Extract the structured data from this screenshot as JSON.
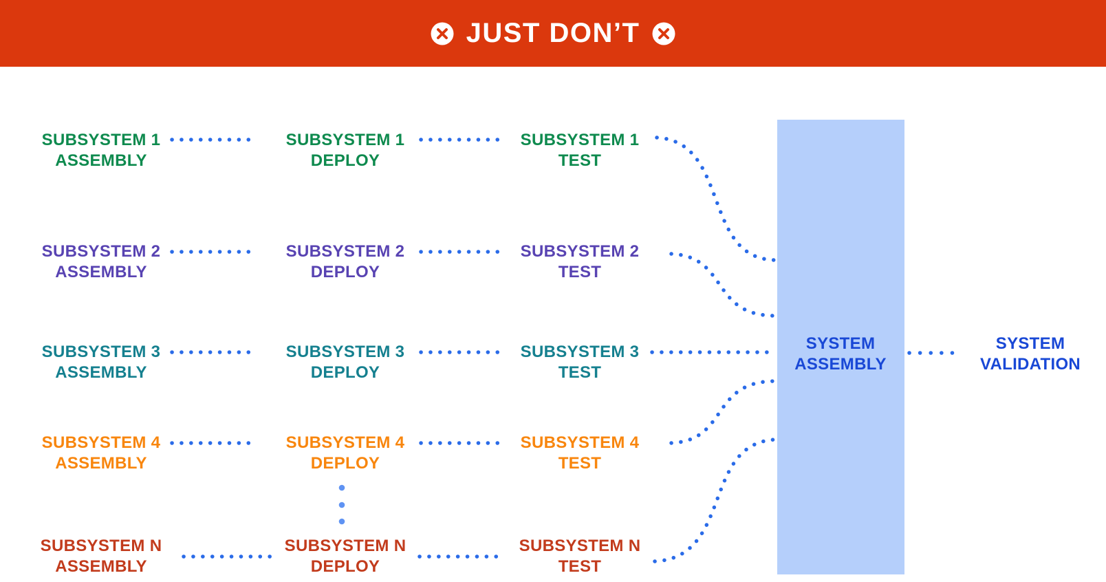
{
  "banner": {
    "title": "JUST DON’T",
    "icon": "circle-x"
  },
  "colors": {
    "banner_bg": "#db380d",
    "banner_text": "#ffffff",
    "dot_blue": "#2a6be8",
    "dot_light_blue": "#5f93f3",
    "box_fill": "#b5cffb",
    "system_blue": "#1948d6"
  },
  "rows": [
    {
      "name": "SUBSYSTEM 1",
      "color": "#0e8a4e",
      "stages": [
        "ASSEMBLY",
        "DEPLOY",
        "TEST"
      ]
    },
    {
      "name": "SUBSYSTEM 2",
      "color": "#5843b2",
      "stages": [
        "ASSEMBLY",
        "DEPLOY",
        "TEST"
      ]
    },
    {
      "name": "SUBSYSTEM 3",
      "color": "#15808f",
      "stages": [
        "ASSEMBLY",
        "DEPLOY",
        "TEST"
      ]
    },
    {
      "name": "SUBSYSTEM 4",
      "color": "#f8860e",
      "stages": [
        "ASSEMBLY",
        "DEPLOY",
        "TEST"
      ]
    },
    {
      "name": "SUBSYSTEM N",
      "color": "#c23b1c",
      "stages": [
        "ASSEMBLY",
        "DEPLOY",
        "TEST"
      ]
    }
  ],
  "system_assembly": {
    "line1": "SYSTEM",
    "line2": "ASSEMBLY"
  },
  "system_validation": {
    "line1": "SYSTEM",
    "line2": "VALIDATION"
  }
}
